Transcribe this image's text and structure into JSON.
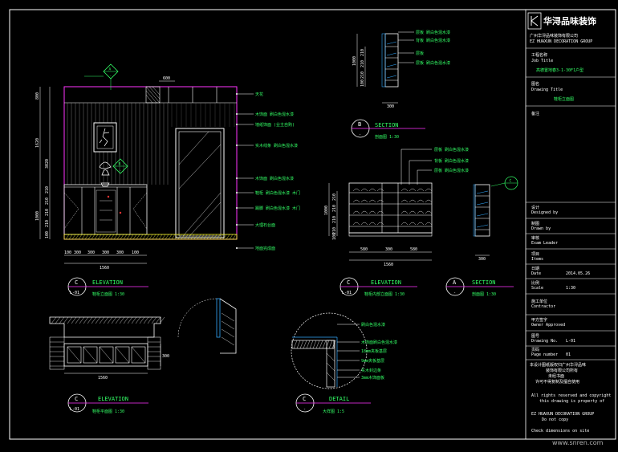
{
  "title_block": {
    "company_title": "华浔品味装饰",
    "company_line1": "广州华浔品味装饰有限公司",
    "company_line2": "EZ HUAXUN DECORATION GROUP",
    "project_label": "工程名称",
    "project_en": "Job Title",
    "project_value": "高德置地春3-1-30F1户型",
    "drawing_label": "图名",
    "drawing_en": "Drawing Title",
    "drawing_value": "鞋柜立面图",
    "remark_label": "备注",
    "designed_label": "设计",
    "designed_en": "Designed by",
    "drawn_label": "制图",
    "drawn_en": "Drawn by",
    "checked_label": "审核",
    "checked_en": "Exam Leader",
    "item_label": "项目",
    "item_en": "Items",
    "date_label": "日期",
    "date_en": "Date",
    "date_value": "2014.05.26",
    "scale_label": "比例",
    "scale_en": "Scale",
    "scale_value": "1:30",
    "contractor_label": "施工单位",
    "contractor_en": "Contractor",
    "owner_label": "甲方签字",
    "owner_en": "Owner Approved",
    "dwgno_label": "图号",
    "dwgno_en": "Drawing No.",
    "dwgno_value": "L-01",
    "sheet_label": "页码",
    "sheet_en": "Page number",
    "sheet_value": "01",
    "note1": "本设计图纸版权归广州华浔品味",
    "note2": "装饰有限公司所有",
    "note3": "未经书面",
    "note4": "许可不得复制及擅自使用",
    "note5": "All rights reserved and copyright",
    "note6": "this drawing is property of",
    "note7": "EZ HUAXUN DECORATION GROUP",
    "note8": "Do not copy",
    "note9": "Check dimensions on site"
  },
  "views": {
    "elev_main": {
      "letter": "C",
      "sheet": "L-01",
      "kind": "ELEVATION",
      "cn": "鞋柜立面图 1:30"
    },
    "plan": {
      "letter": "C",
      "sheet": "L-01",
      "kind": "ELEVATION",
      "cn": "鞋柜平面图 1:30"
    },
    "section_b": {
      "letter": "B",
      "sheet": "-",
      "kind": "SECTION",
      "cn": "剖面图 1:30"
    },
    "elev_inner": {
      "letter": "C",
      "sheet": "L-01",
      "kind": "ELEVATION",
      "cn": "鞋柜内部立面图 1:30"
    },
    "section_a": {
      "letter": "A",
      "sheet": "-",
      "kind": "SECTION",
      "cn": "剖面图 1:30"
    },
    "detail": {
      "letter": "C",
      "sheet": "-",
      "kind": "DETAIL",
      "cn": "大样图 1:5"
    }
  },
  "callouts": {
    "main_a": "A",
    "main_b": "B",
    "main_a_sheet": "-",
    "main_b_sheet": "-",
    "inner_c": "C"
  },
  "annotations_main": [
    "天花",
    "木饰面 刷白色混水漆",
    "墙纸饰面 (业主自购)",
    "实木线条 刷白色混水漆",
    "木饰面 刷白色混水漆",
    "鞋柜 刷白色混水漆 木门",
    "踢脚 刷白色混水漆 木门",
    "大理石台面",
    "地面完成面"
  ],
  "annotations_section_b": [
    "层板 刷白色混水漆",
    "背板 刷白色混水漆",
    "层板",
    "层板 刷白色混水漆"
  ],
  "annotations_inner": [
    "层板 刷白色混水漆",
    "背板 刷白色混水漆",
    "层板 刷白色混水漆"
  ],
  "annotations_detail": [
    "刷白色混水漆",
    "木饰面刷白色混水漆",
    "18mm夹板基层",
    "9mm夹板基层",
    "实木封边条",
    "3mm木饰面板"
  ],
  "dims_main_h": [
    "100",
    "300",
    "300",
    "300",
    "300",
    "100"
  ],
  "dims_main_total": "1560",
  "dims_main_v": [
    "800",
    "1620",
    "1000",
    "3020",
    "210",
    "210",
    "210",
    "210",
    "100"
  ],
  "dims_main_top": "600",
  "dims_plan_w": "1560",
  "dims_plan_d": "300",
  "dims_inner_h": [
    "580",
    "300",
    "580"
  ],
  "dims_inner_total": "1560",
  "dims_inner_v": [
    "1000",
    "210",
    "210",
    "210",
    "210",
    "100"
  ],
  "dims_section_b_v": [
    "1000",
    "210",
    "210",
    "210",
    "100"
  ],
  "dims_section_b_h": "300",
  "dims_section_a_h": "300",
  "watermark": "www.snren.com"
}
